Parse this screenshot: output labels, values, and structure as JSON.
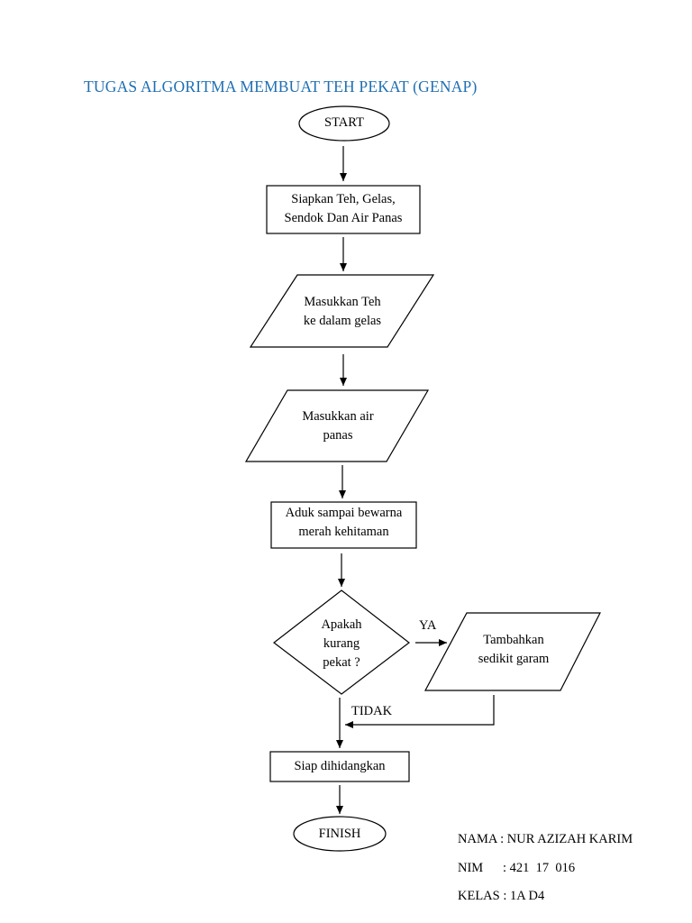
{
  "title": "TUGAS ALGORITMA MEMBUAT TEH PEKAT (GENAP)",
  "nodes": {
    "start": "START",
    "prepare": "Siapkan Teh, Gelas,\nSendok Dan Air Panas",
    "insert_tea": "Masukkan Teh\nke dalam gelas",
    "insert_water": "Masukkan air\npanas",
    "stir": "Aduk sampai bewarna\nmerah kehitaman",
    "decision": "Apakah\nkurang\npekat ?",
    "add_salt": "Tambahkan\nsedikit garam",
    "serve": "Siap dihidangkan",
    "finish": "FINISH"
  },
  "edge_labels": {
    "yes": "YA",
    "no": "TIDAK"
  },
  "info": {
    "name": "NAMA : NUR AZIZAH KARIM",
    "nim": "NIM      : 421  17  016",
    "class": "KELAS : 1A D4"
  }
}
